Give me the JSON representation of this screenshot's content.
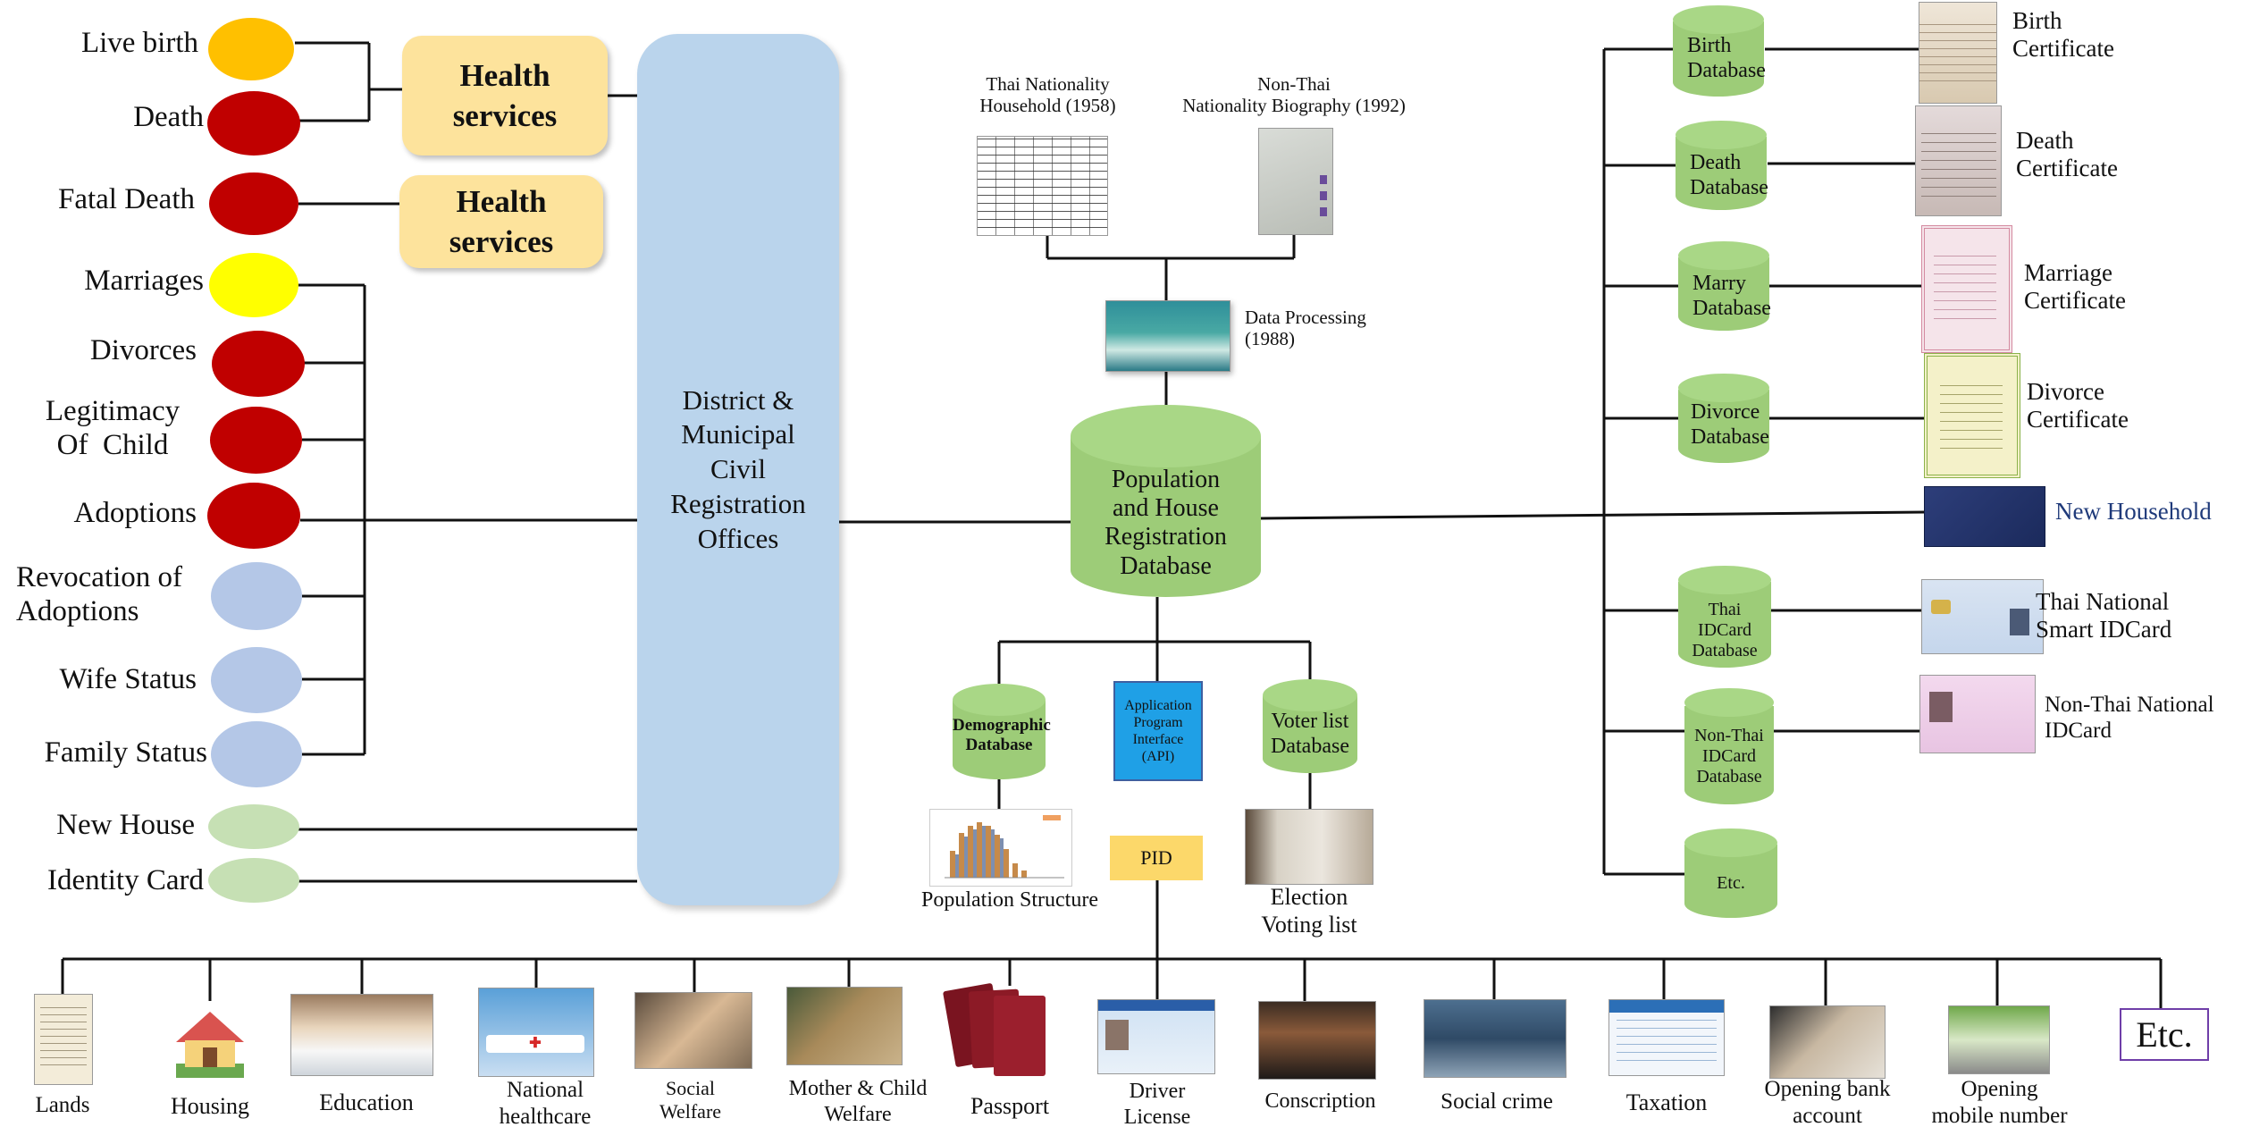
{
  "events": [
    {
      "label": "Live birth",
      "color": "#ffc000"
    },
    {
      "label": "Death",
      "color": "#c00000"
    },
    {
      "label": "Fatal Death",
      "color": "#c00000"
    },
    {
      "label": "Marriages",
      "color": "#ffff00"
    },
    {
      "label": "Divorces",
      "color": "#c00000"
    },
    {
      "label": "Legitimacy\nOf  Child",
      "color": "#c00000"
    },
    {
      "label": "Adoptions",
      "color": "#c00000"
    },
    {
      "label": "Revocation of\nAdoptions",
      "color": "#b4c7e7"
    },
    {
      "label": "Wife Status",
      "color": "#b4c7e7"
    },
    {
      "label": "Family Status",
      "color": "#b4c7e7"
    },
    {
      "label": "New House",
      "color": "#c6e0b4"
    },
    {
      "label": "Identity Card",
      "color": "#c6e0b4"
    }
  ],
  "health_services": [
    "Health\nservices",
    "Health\nservices"
  ],
  "district_office": "District &\nMunicipal\nCivil\nRegistration\nOffices",
  "source_docs": {
    "thai_household": "Thai Nationality\nHousehold (1958)",
    "non_thai_bio": "Non-Thai\nNationality Biography (1992)",
    "data_processing": "Data Processing\n(1988)"
  },
  "central_db": "Population\nand House\nRegistration\nDatabase",
  "sub_dbs": {
    "demographic": "Demographic\nDatabase",
    "api": "Application\nProgram\nInterface\n(API)",
    "voter": "Voter list\nDatabase",
    "population_structure": "Population Structure",
    "election": "Election\nVoting list",
    "pid": "PID"
  },
  "right_dbs": [
    {
      "db": "Birth\nDatabase",
      "doc": "Birth\nCertificate"
    },
    {
      "db": "Death\nDatabase",
      "doc": "Death\nCertificate"
    },
    {
      "db": "Marry\nDatabase",
      "doc": "Marriage\nCertificate"
    },
    {
      "db": "Divorce\nDatabase",
      "doc": "Divorce\nCertificate"
    },
    {
      "db": "",
      "doc": "New Household"
    },
    {
      "db": "Thai\nIDCard\nDatabase",
      "doc": "Thai National\nSmart IDCard"
    },
    {
      "db": "Non-Thai\nIDCard\nDatabase",
      "doc": "Non-Thai National\nIDCard"
    },
    {
      "db": "Etc.",
      "doc": ""
    }
  ],
  "services": [
    "Lands",
    "Housing",
    "Education",
    "National\nhealthcare",
    "Social\nWelfare",
    "Mother & Child\nWelfare",
    "Passport",
    "Driver\nLicense",
    "Conscription",
    "Social crime",
    "Taxation",
    "Opening bank\naccount",
    "Opening\nmobile number",
    "Etc."
  ],
  "colors": {
    "health": "#fde39c",
    "district": "#bad4ec",
    "cylinder": "#9dcc78",
    "api": "#1fa0e6",
    "pid": "#fcd86a",
    "new_household": "#1f3a7a"
  },
  "icons": {
    "thai_household": "household-register-scan-icon",
    "non_thai_bio": "biography-document-icon",
    "data_processing": "data-processing-room-photo",
    "population_structure": "population-bar-chart-icon",
    "election": "election-board-photo",
    "lands": "land-deed-icon",
    "housing": "house-icon",
    "education": "students-photo",
    "healthcare": "hospital-icon",
    "social_welfare": "elderly-photo",
    "mother_child": "mother-child-photo",
    "passport": "passport-icon",
    "driver_license": "driver-license-card-icon",
    "conscription": "conscription-photo",
    "social_crime": "police-photo",
    "taxation": "tax-form-icon",
    "bank": "bank-counter-photo",
    "mobile": "mobile-shop-photo",
    "birth_cert": "certificate-icon",
    "death_cert": "certificate-icon",
    "marriage_cert": "certificate-icon",
    "divorce_cert": "certificate-icon",
    "new_household": "household-book-icon",
    "thai_id": "id-card-icon",
    "nonthai_id": "id-card-icon"
  }
}
